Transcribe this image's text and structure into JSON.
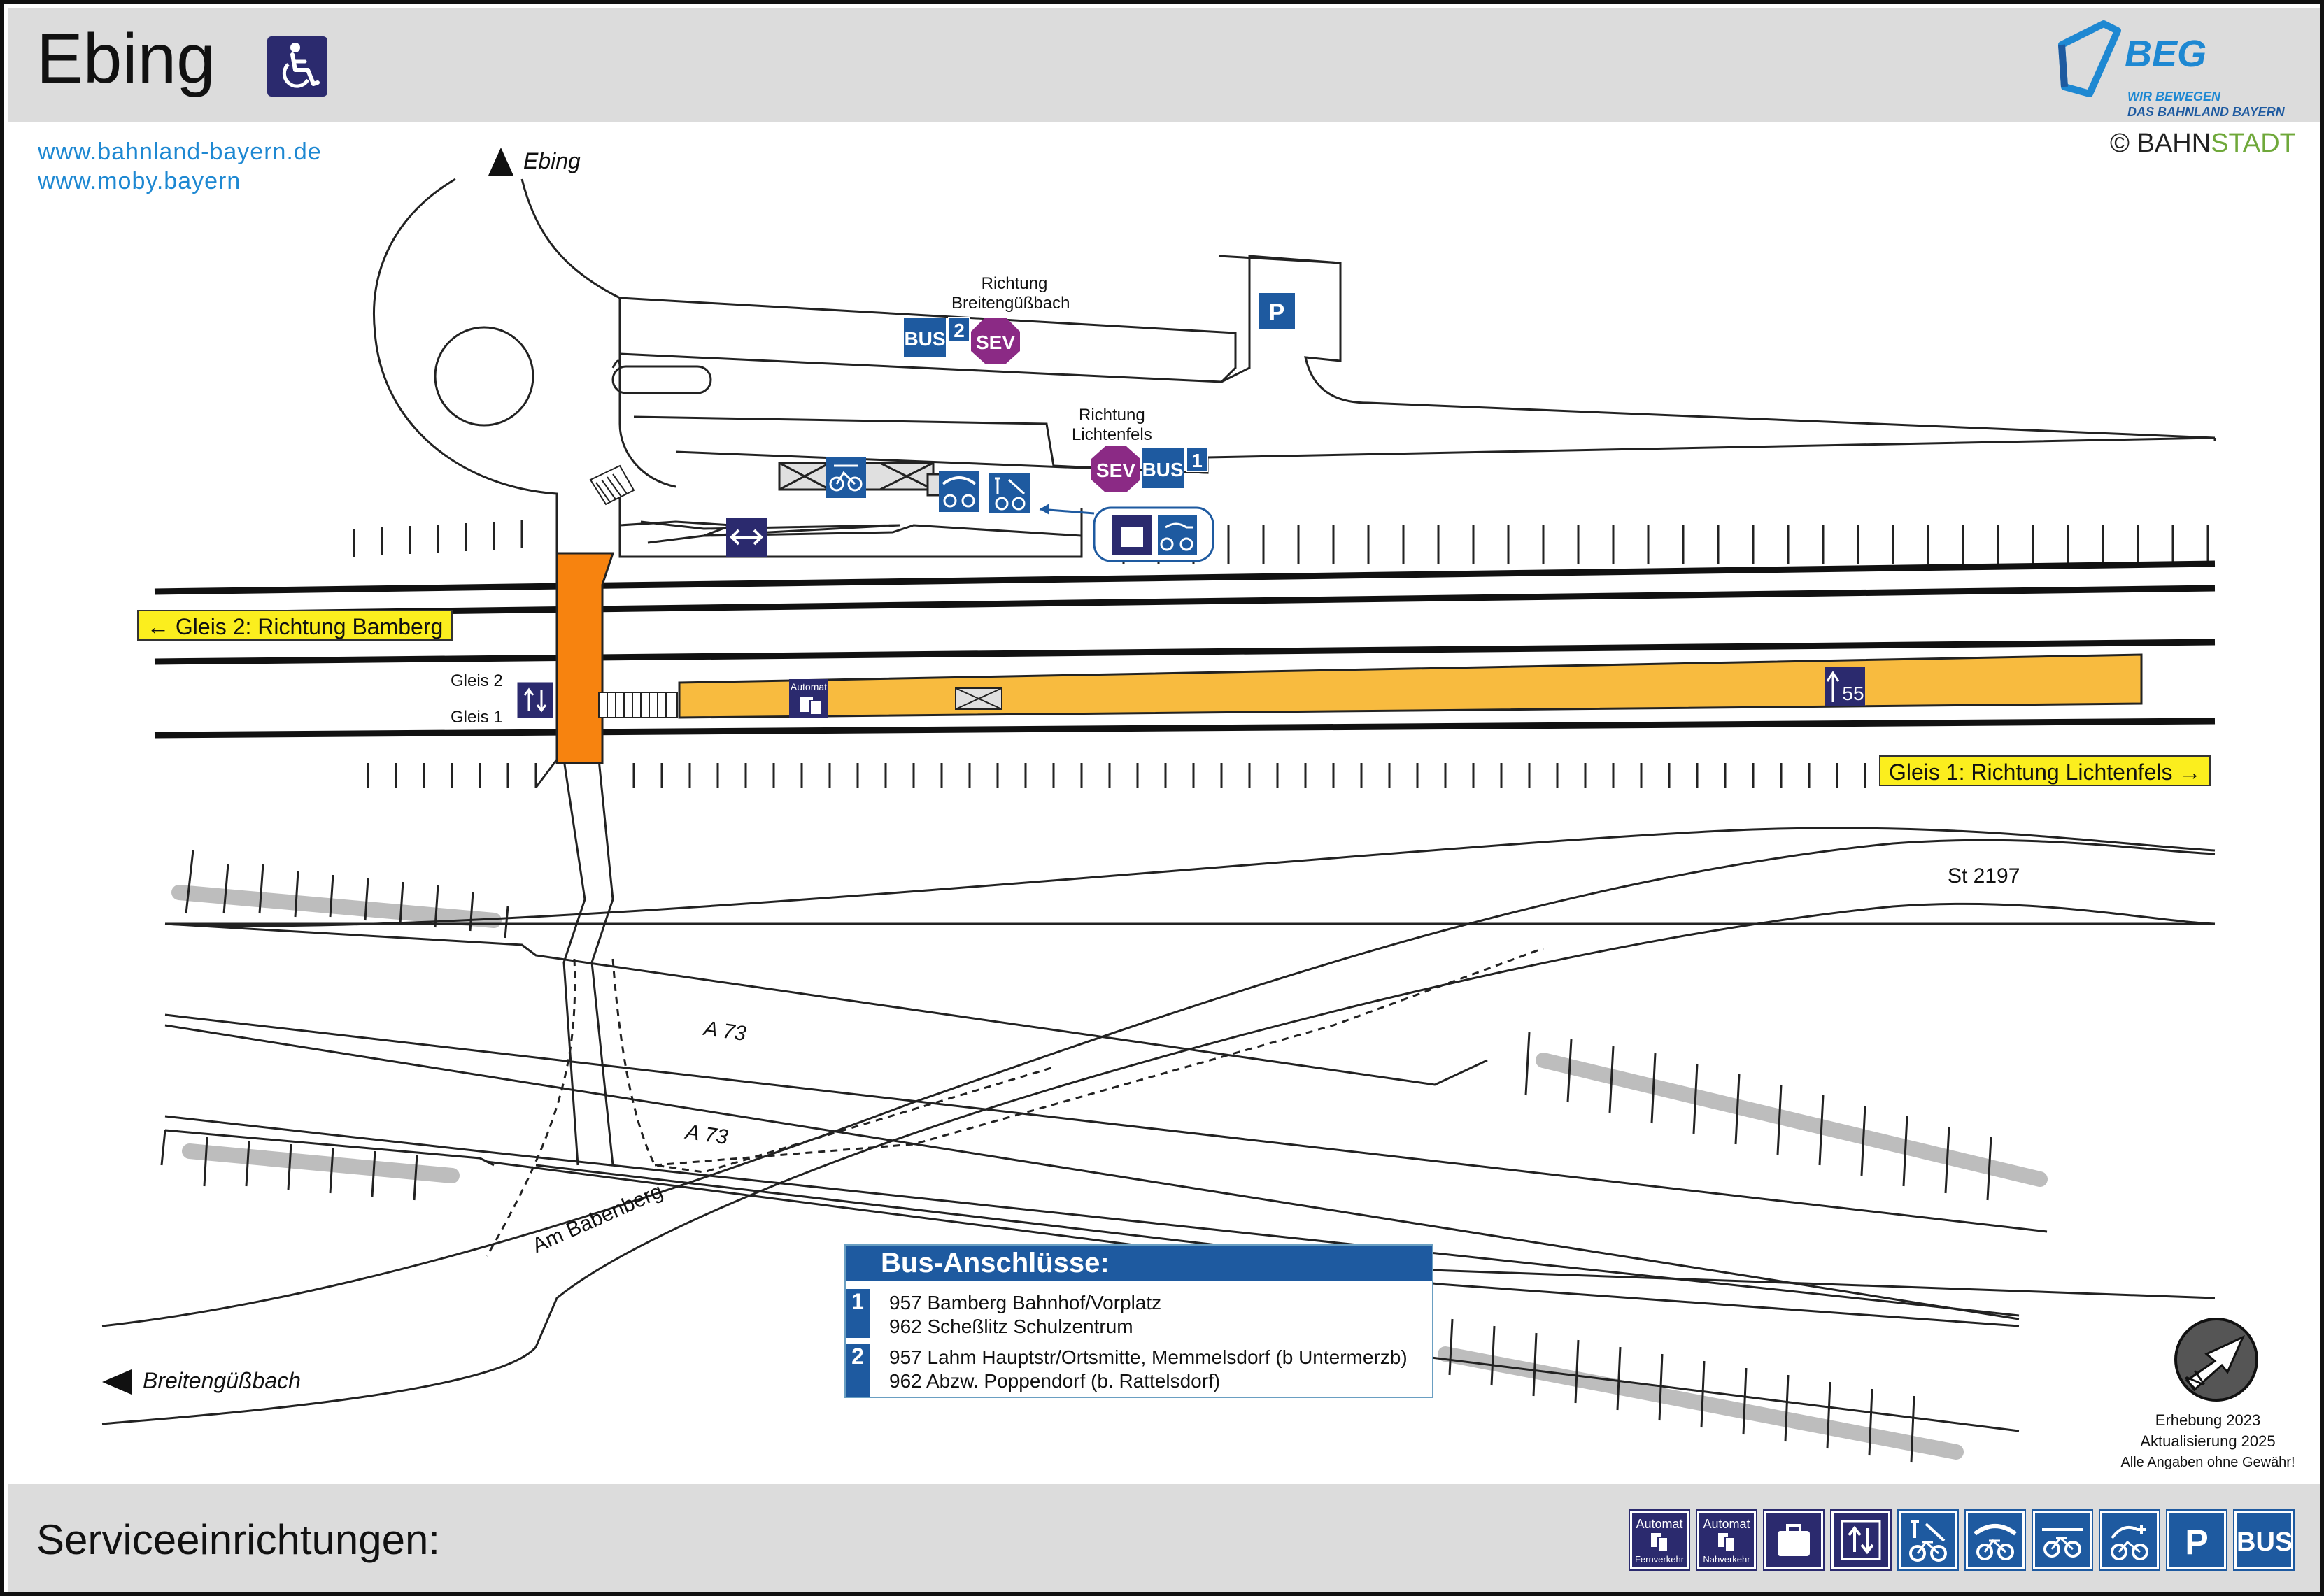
{
  "header": {
    "title": "Ebing",
    "logo": {
      "name": "BEG",
      "tagline_1": "WIR BEWEGEN",
      "tagline_2": "DAS BAHNLAND BAYERN"
    },
    "copyright_symbol": "©",
    "copyright_bahn": "BAHN",
    "copyright_stadt": "STADT"
  },
  "links": [
    "www.bahnland-bayern.de",
    "www.moby.bayern"
  ],
  "map": {
    "direction_north": "Ebing",
    "direction_southwest": "Breitengüßbach",
    "bus_stop_north": {
      "label_1": "Richtung",
      "label_2": "Breitengüßbach",
      "bus": "BUS",
      "number": "2",
      "sev": "SEV"
    },
    "bus_stop_south": {
      "label_1": "Richtung",
      "label_2": "Lichtenfels",
      "bus": "BUS",
      "number": "1",
      "sev": "SEV"
    },
    "parking": "P",
    "track_2_sign": "←  Gleis 2: Richtung Bamberg",
    "track_1_sign": "Gleis 1: Richtung Lichtenfels  →",
    "gleis_2": "Gleis 2",
    "gleis_1": "Gleis 1",
    "automat": "Automat",
    "platform_height": "55",
    "road_st": "St 2197",
    "road_a73_1": "A 73",
    "road_a73_2": "A 73",
    "road_am_babenberg": "Am Babenberg"
  },
  "bus_connections": {
    "title": "Bus-Anschlüsse:",
    "groups": [
      {
        "number": "1",
        "lines": [
          "957 Bamberg Bahnhof/Vorplatz",
          "962 Scheßlitz Schulzentrum"
        ]
      },
      {
        "number": "2",
        "lines": [
          "957 Lahm Hauptstr/Ortsmitte, Memmelsdorf (b Untermerzb)",
          "962 Abzw. Poppendorf (b. Rattelsdorf)"
        ]
      }
    ]
  },
  "survey": {
    "line_1": "Erhebung 2023",
    "line_2": "Aktualisierung 2025",
    "line_3": "Alle Angaben ohne Gewähr!"
  },
  "footer": {
    "title": "Serviceeinrichtungen:",
    "icons": [
      {
        "icon": "ticket-machine-long-distance-icon",
        "top": "Automat",
        "bottom": "Fernverkehr"
      },
      {
        "icon": "ticket-machine-regional-icon",
        "top": "Automat",
        "bottom": "Nahverkehr"
      },
      {
        "icon": "luggage-locker-icon"
      },
      {
        "icon": "elevator-icon"
      },
      {
        "icon": "bike-repair-icon"
      },
      {
        "icon": "bike-shelter-icon"
      },
      {
        "icon": "bike-parking-icon"
      },
      {
        "icon": "e-bike-charging-icon"
      },
      {
        "icon": "parking-icon",
        "label": "P"
      },
      {
        "icon": "bus-icon",
        "label": "BUS"
      }
    ]
  },
  "colors": {
    "beg_blue": "#1e88d2",
    "service_blue": "#1e5aa0",
    "service_dark": "#2b2a6e",
    "platform": "#f8bb3f",
    "underpass": "#f7830f",
    "sev_purple": "#8b2a85",
    "sign_yellow": "#fbee1e"
  }
}
